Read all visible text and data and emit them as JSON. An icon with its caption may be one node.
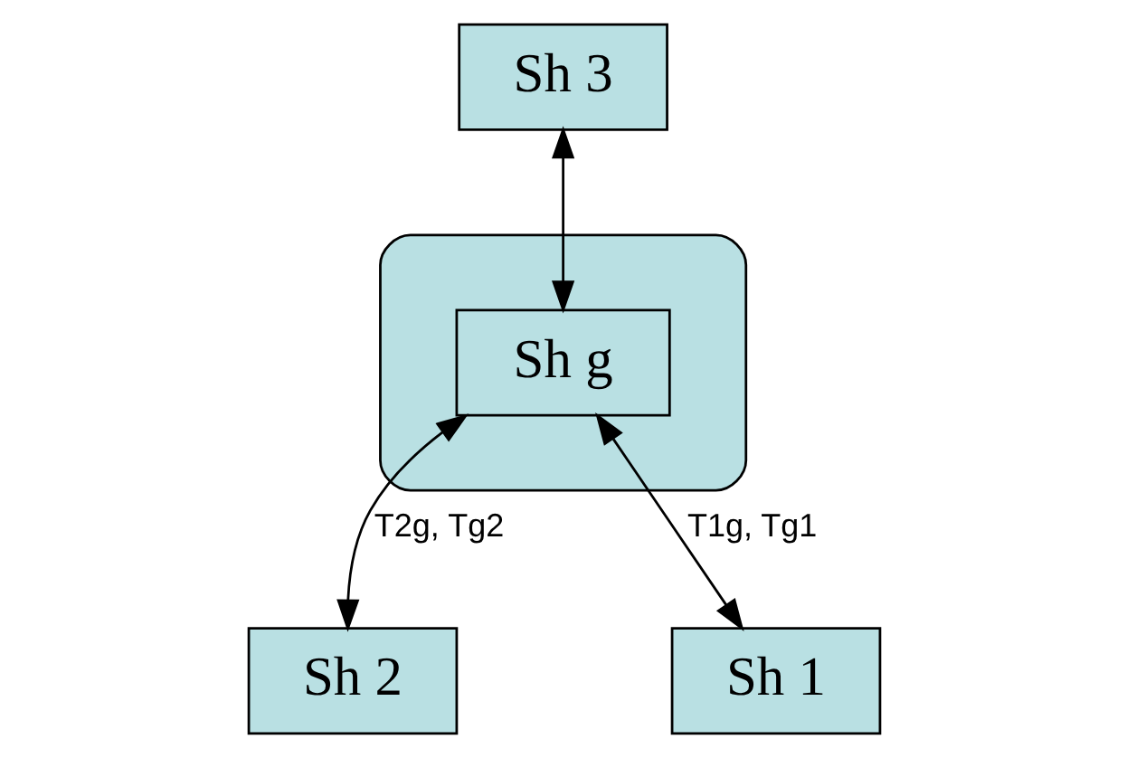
{
  "diagram": {
    "nodes": [
      {
        "text": [
          "Sh 3"
        ]
      },
      {
        "text": [],
        "shape": "ellipse"
      },
      {
        "text": [
          "Sh g"
        ],
        "in": 1
      },
      {
        "text": [
          "Sh 2"
        ]
      },
      {
        "text": [
          "Sh 1"
        ]
      }
    ],
    "edges": [
      {
        "from": 0,
        "to": 2,
        "arrow": "both"
      },
      {
        "from": 2,
        "to": 3,
        "arrow": "both",
        "label": "T2g, Tg2"
      },
      {
        "from": 2,
        "to": 4,
        "arrow": "both",
        "label": "T1g, Tg1"
      }
    ]
  }
}
